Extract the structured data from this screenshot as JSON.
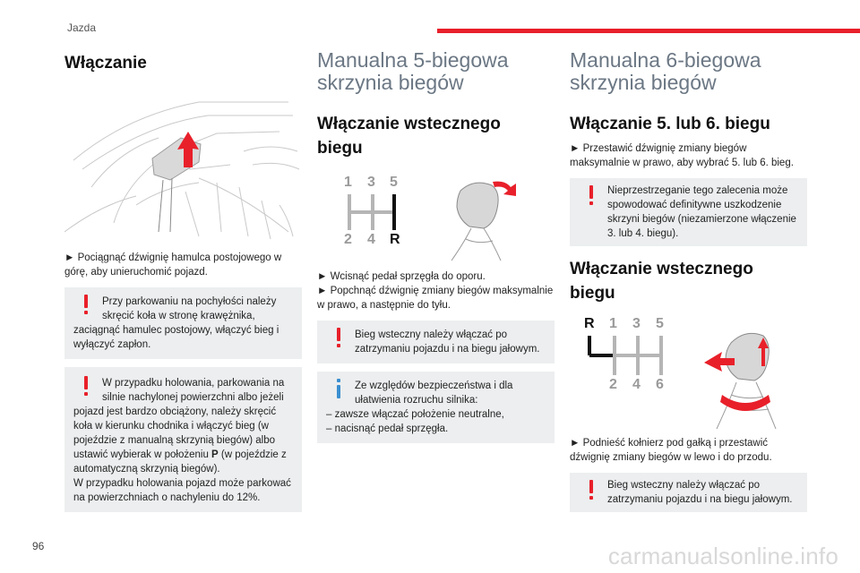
{
  "header": {
    "section": "Jazda",
    "accent_color": "#e8202a"
  },
  "page_number": "96",
  "watermark": "carmanualsonline.info",
  "col1": {
    "title": "Włączanie",
    "step": "► Pociągnąć dźwignię hamulca postojowego w górę, aby unieruchomić pojazd.",
    "warn1": {
      "first": "Przy parkowaniu na pochyłości należy skręcić koła w stronę krawężnika,",
      "rest": "zaciągnąć hamulec postojowy, włączyć bieg i wyłączyć zapłon."
    },
    "warn2": {
      "first": "W przypadku holowania, parkowania na silnie nachylonej powierzchni albo jeżeli",
      "rest_a": "pojazd jest bardzo obciążony, należy skręcić koła w kierunku chodnika i włączyć bieg (w pojeździe z manualną skrzynią biegów) albo ustawić wybierak w położeniu ",
      "gear_p": "P",
      "rest_b": " (w pojeździe z automatyczną skrzynią biegów).",
      "rest_c": "W przypadku holowania pojazd może parkować na powierzchniach o nachyleniu do 12%."
    }
  },
  "col2": {
    "title_line1": "Manualna 5-biegowa",
    "title_line2": "skrzynia biegów",
    "subtitle_line1": "Włączanie wstecznego",
    "subtitle_line2": "biegu",
    "gear_labels": {
      "g1": "1",
      "g3": "3",
      "g5": "5",
      "g2": "2",
      "g4": "4",
      "gr": "R"
    },
    "step1": "► Wcisnąć pedał sprzęgła do oporu.",
    "step2": "► Popchnąć dźwignię zmiany biegów maksymalnie w prawo, a następnie do tyłu.",
    "warn": {
      "first": "Bieg wsteczny należy włączać po",
      "rest": "zatrzymaniu pojazdu i na biegu jałowym."
    },
    "info": {
      "first": "Ze względów bezpieczeństwa i dla",
      "rest": "ułatwienia rozruchu silnika:",
      "item1": "– zawsze włączać położenie neutralne,",
      "item2": "– nacisnąć pedał sprzęgła."
    }
  },
  "col3": {
    "title_line1": "Manualna 6-biegowa",
    "title_line2": "skrzynia biegów",
    "subtitle1": "Włączanie 5. lub 6. biegu",
    "step1": "► Przestawić dźwignię zmiany biegów maksymalnie w prawo, aby wybrać 5. lub 6. bieg.",
    "warn1": {
      "first": "Nieprzestrzeganie tego zalecenia może",
      "rest": "spowodować definitywne uszkodzenie skrzyni biegów (niezamierzone włączenie 3. lub 4. biegu)."
    },
    "subtitle2_line1": "Włączanie wstecznego",
    "subtitle2_line2": "biegu",
    "gear_labels": {
      "gr": "R",
      "g1": "1",
      "g3": "3",
      "g5": "5",
      "g2": "2",
      "g4": "4",
      "g6": "6"
    },
    "step2": "► Podnieść kołnierz pod gałką i przestawić dźwignię zmiany biegów w lewo i do przodu.",
    "warn2": {
      "first": "Bieg wsteczny należy włączać po",
      "rest": "zatrzymaniu pojazdu i na biegu jałowym."
    }
  }
}
